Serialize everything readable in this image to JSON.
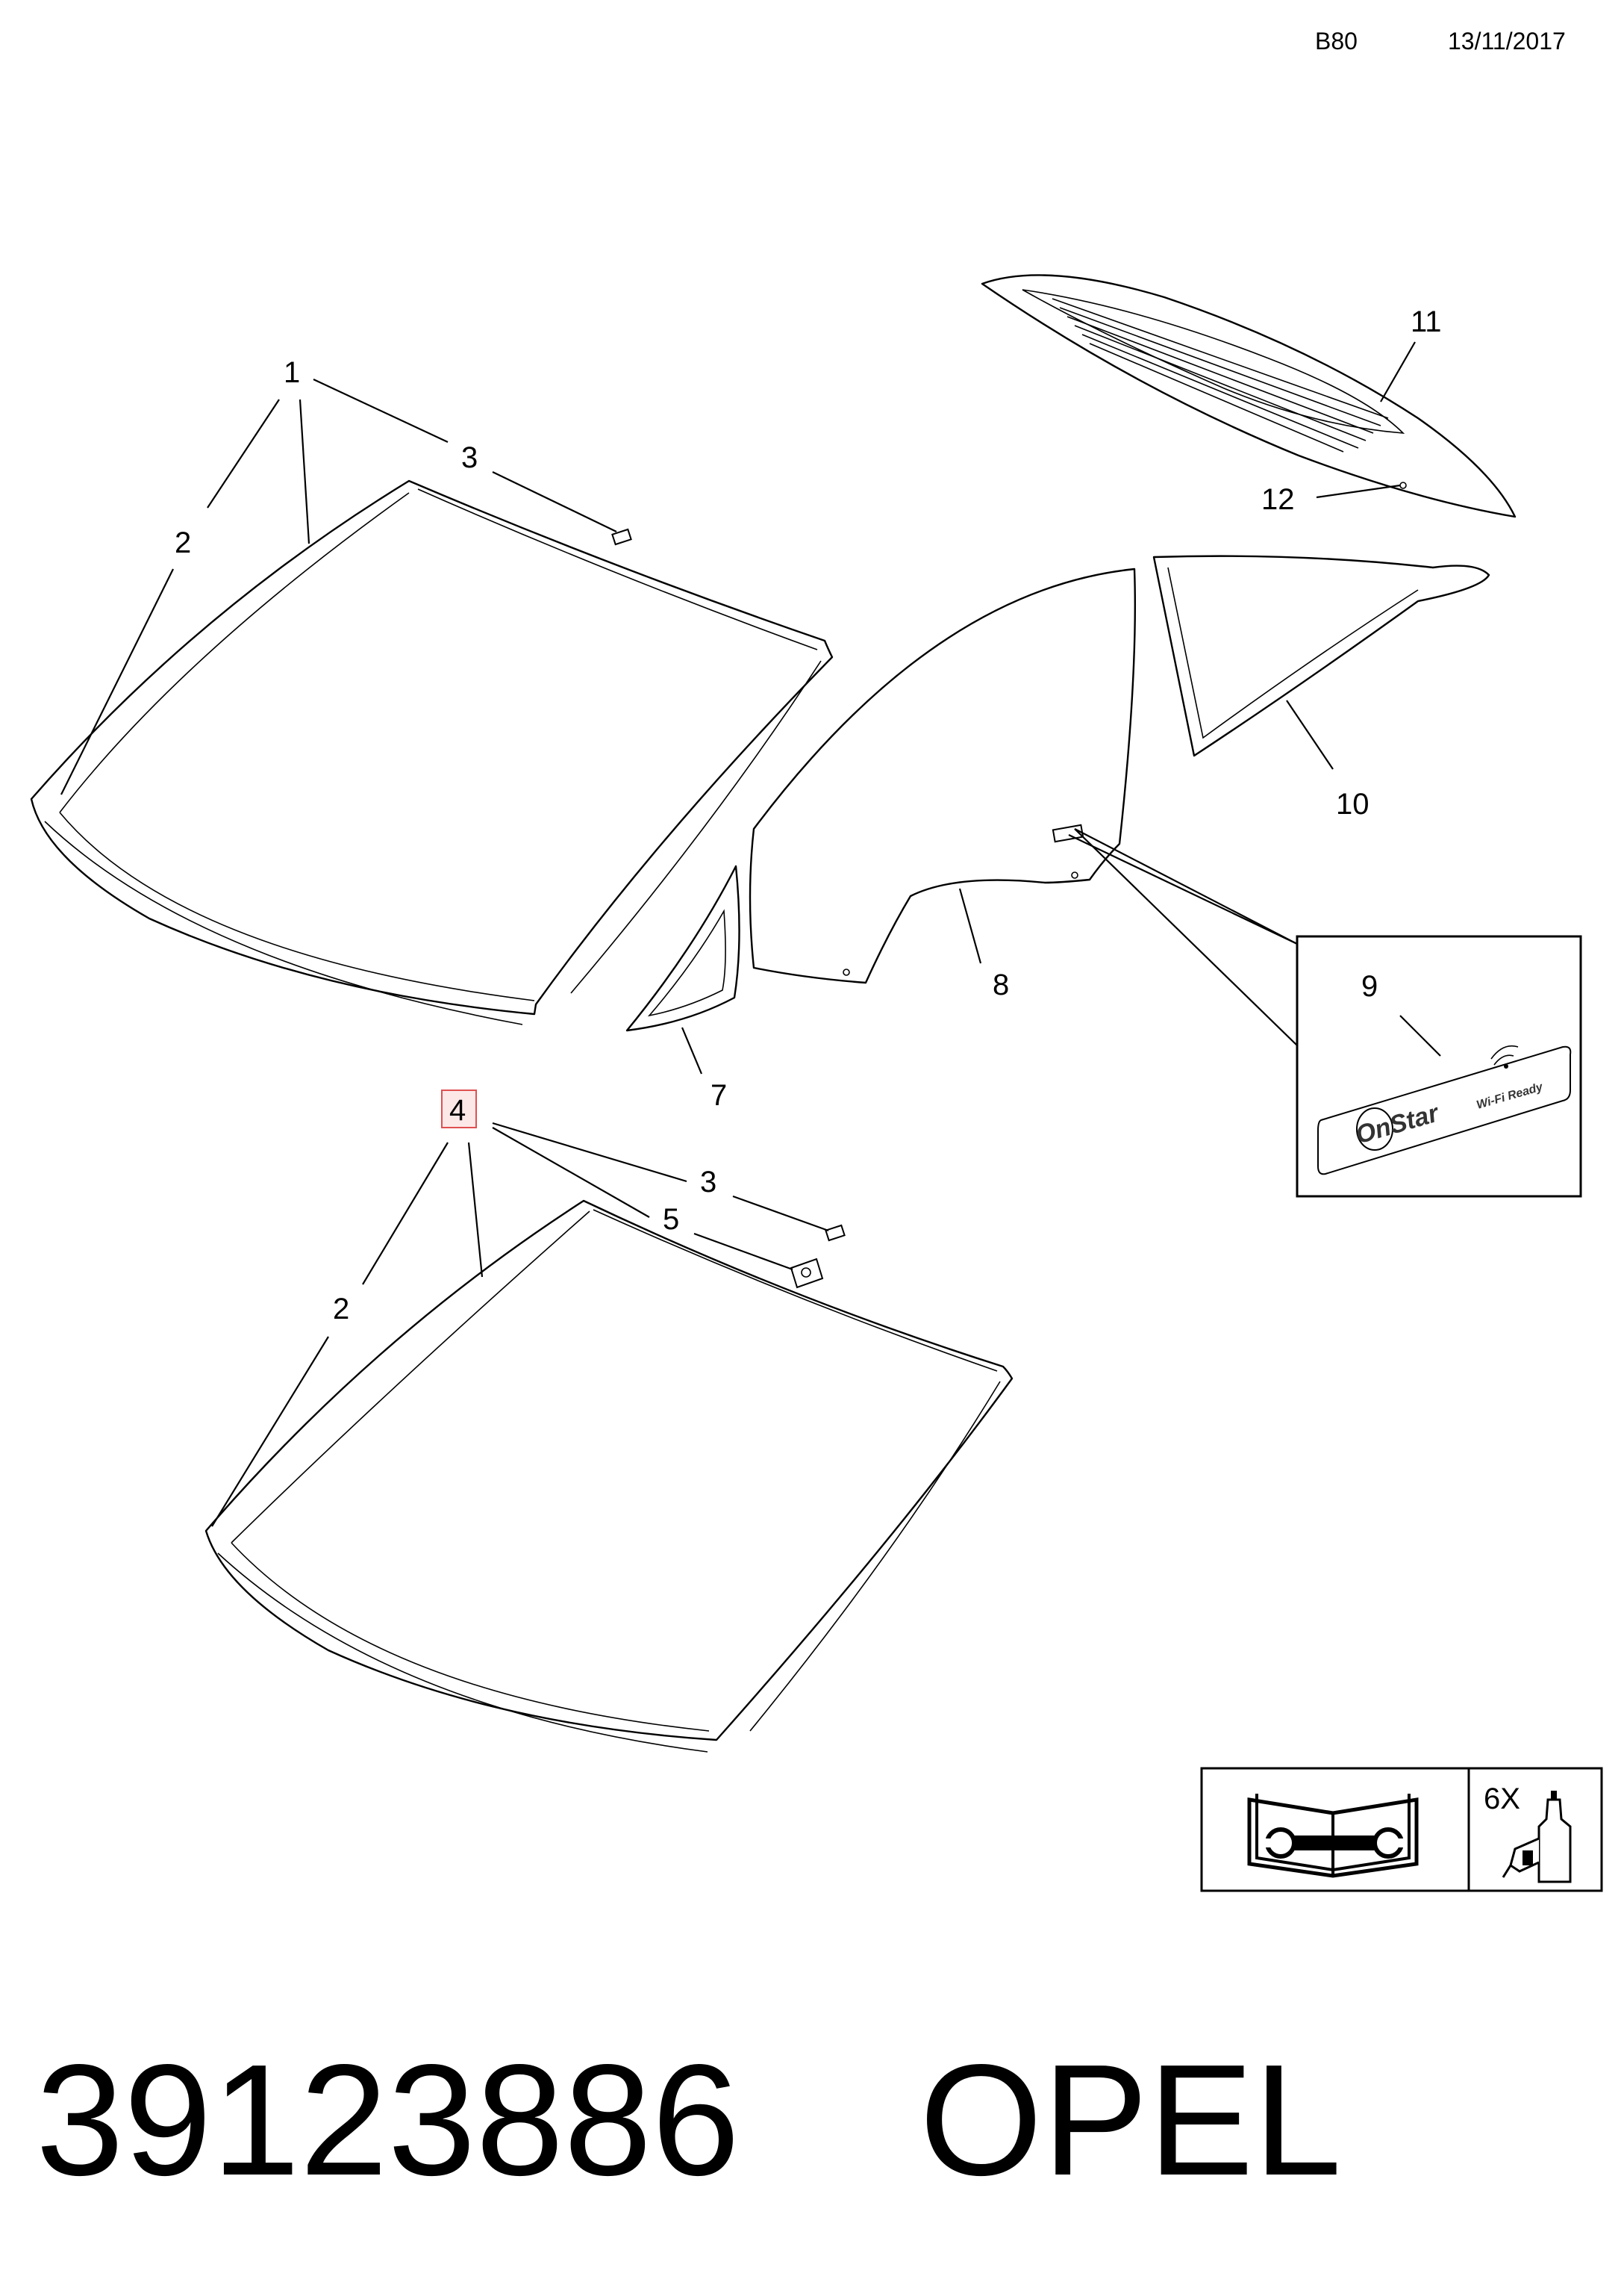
{
  "header": {
    "code": "B80",
    "date": "13/11/2017"
  },
  "callouts": {
    "top_1": "1",
    "top_2": "2",
    "top_3": "3",
    "c7": "7",
    "c8": "8",
    "c9": "9",
    "c10": "10",
    "c11": "11",
    "c12": "12",
    "bottom_4": "4",
    "bottom_3": "3",
    "bottom_5": "5",
    "bottom_2": "2"
  },
  "highlight_color": "#e05050",
  "badge": {
    "brand": "OnStar",
    "wifi": "Wi-Fi Ready"
  },
  "legend": {
    "quantity": "6X",
    "icons": [
      "service-manual-icon",
      "adhesive-bottle-icon"
    ]
  },
  "footer": {
    "part_number": "39123886",
    "brand": "OPEL"
  }
}
